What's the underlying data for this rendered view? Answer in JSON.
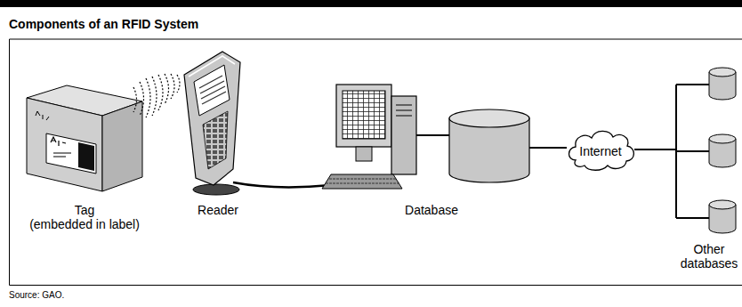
{
  "diagram": {
    "title": "Components of an RFID System",
    "caption": "Source: GAO.",
    "nodes": [
      {
        "text": [
          "Internet"
        ]
      }
    ],
    "labels": [
      "Tag",
      "(embedded in label)",
      "Reader",
      "Database",
      "Other databases"
    ]
  }
}
